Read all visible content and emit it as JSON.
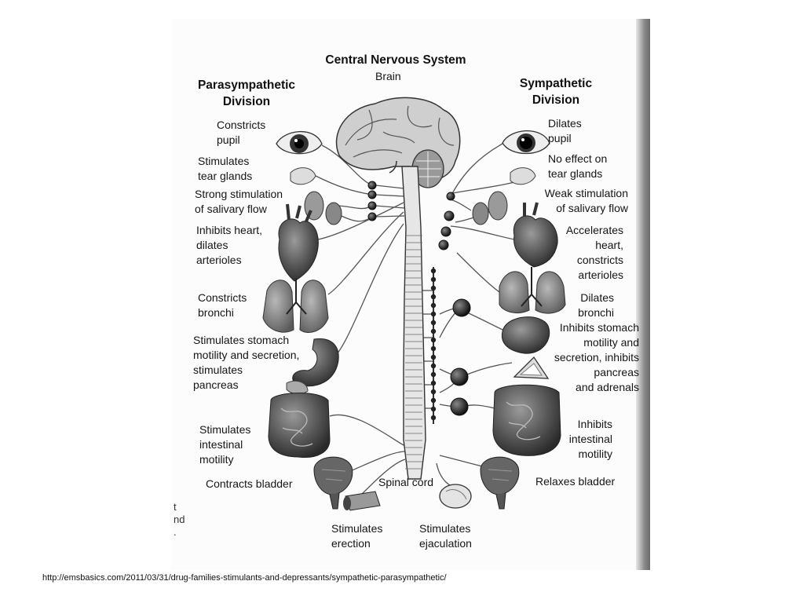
{
  "title": "Central Nervous System",
  "brain_label": "Brain",
  "left_header": "Parasympathetic\nDivision",
  "right_header": "Sympathetic\nDivision",
  "left_labels": [
    "Constricts\npupil",
    "Stimulates\ntear glands",
    "Strong stimulation\nof salivary flow",
    "Inhibits heart,\ndilates\narterioles",
    "Constricts\nbronchi",
    "Stimulates stomach\nmotility and secretion,\nstimulates\npancreas",
    "Stimulates\nintestinal\nmotility",
    "Contracts bladder"
  ],
  "right_labels": [
    "Dilates\npupil",
    "No effect on\ntear glands",
    "Weak stimulation\nof salivary flow",
    "Accelerates\nheart,\nconstricts\narterioles",
    "Dilates\nbronchi",
    "Inhibits stomach\nmotility and\nsecretion, inhibits\npancreas\nand adrenals",
    "Inhibits\nintestinal\nmotility",
    "Relaxes bladder"
  ],
  "bottom_labels": {
    "spinal_cord": "Spinal cord",
    "erection": "Stimulates\nerection",
    "ejaculation": "Stimulates\nejaculation"
  },
  "margin_fragment": "t\nnd\n.",
  "source_url": "http://emsbasics.com/2011/03/31/drug-families-stimulants-and-depressants/sympathetic-parasympathetic/"
}
